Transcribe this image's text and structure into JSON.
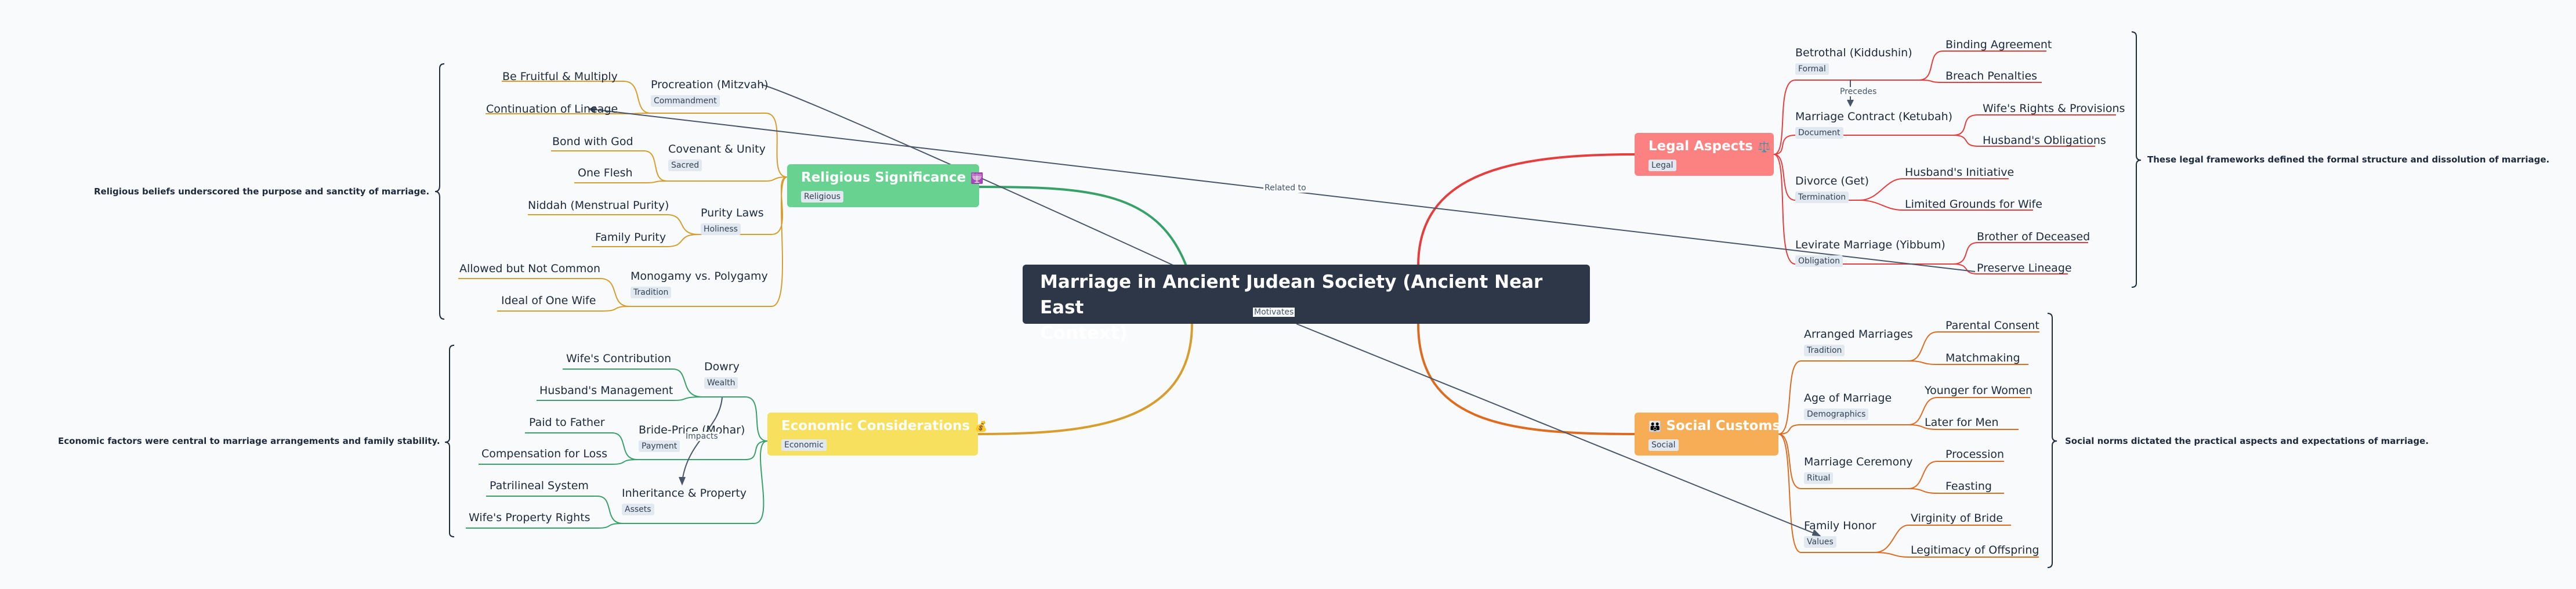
{
  "root": {
    "title_line1": "Marriage in Ancient Judean Society (Ancient Near East",
    "title_line2": "Context)"
  },
  "branches": {
    "religious": {
      "title": "Religious Significance",
      "icon": "🕎",
      "tag": "Religious",
      "color": "#68d391",
      "edge_color": "#38a169",
      "line_color": "#d69e2e"
    },
    "economic": {
      "title": "Economic Considerations",
      "icon": "💰",
      "tag": "Economic",
      "color": "#f6e05e",
      "edge_color": "#d69e2e",
      "line_color": "#38a169"
    },
    "legal": {
      "title": "Legal Aspects",
      "icon": "⚖️",
      "tag": "Legal",
      "color": "#fc8181",
      "edge_color": "#e53e3e",
      "line_color": "#e53e3e"
    },
    "social": {
      "title": "Social Customs",
      "icon": "👪",
      "tag": "Social",
      "color": "#f6ad55",
      "edge_color": "#dd6b20",
      "line_color": "#dd6b20"
    }
  },
  "religious_nodes": [
    {
      "label": "Procreation (Mitzvah)",
      "tag": "Commandment",
      "children": [
        "Be Fruitful & Multiply",
        "Continuation of Lineage"
      ]
    },
    {
      "label": "Covenant & Unity",
      "tag": "Sacred",
      "children": [
        "Bond with God",
        "One Flesh"
      ]
    },
    {
      "label": "Purity Laws",
      "tag": "Holiness",
      "children": [
        "Niddah (Menstrual Purity)",
        "Family Purity"
      ]
    },
    {
      "label": "Monogamy vs. Polygamy",
      "tag": "Tradition",
      "children": [
        "Allowed but Not Common",
        "Ideal of One Wife"
      ]
    }
  ],
  "economic_nodes": [
    {
      "label": "Dowry",
      "tag": "Wealth",
      "children": [
        "Wife's Contribution",
        "Husband's Management"
      ]
    },
    {
      "label": "Bride-Price (Mohar)",
      "tag": "Payment",
      "children": [
        "Paid to Father",
        "Compensation for Loss"
      ]
    },
    {
      "label": "Inheritance & Property",
      "tag": "Assets",
      "children": [
        "Patrilineal System",
        "Wife's Property Rights"
      ]
    }
  ],
  "legal_nodes": [
    {
      "label": "Betrothal (Kiddushin)",
      "tag": "Formal",
      "children": [
        "Binding Agreement",
        "Breach Penalties"
      ]
    },
    {
      "label": "Marriage Contract (Ketubah)",
      "tag": "Document",
      "children": [
        "Wife's Rights & Provisions",
        "Husband's Obligations"
      ]
    },
    {
      "label": "Divorce (Get)",
      "tag": "Termination",
      "children": [
        "Husband's Initiative",
        "Limited Grounds for Wife"
      ]
    },
    {
      "label": "Levirate Marriage (Yibbum)",
      "tag": "Obligation",
      "children": [
        "Brother of Deceased",
        "Preserve Lineage"
      ]
    }
  ],
  "social_nodes": [
    {
      "label": "Arranged Marriages",
      "tag": "Tradition",
      "children": [
        "Parental Consent",
        "Matchmaking"
      ]
    },
    {
      "label": "Age of Marriage",
      "tag": "Demographics",
      "children": [
        "Younger for Women",
        "Later for Men"
      ]
    },
    {
      "label": "Marriage Ceremony",
      "tag": "Ritual",
      "children": [
        "Procession",
        "Feasting"
      ]
    },
    {
      "label": "Family Honor",
      "tag": "Values",
      "children": [
        "Virginity of Bride",
        "Legitimacy of Offspring"
      ]
    }
  ],
  "summaries": {
    "religious": "Religious beliefs underscored the purpose and sanctity of marriage.",
    "economic": "Economic factors were central to marriage arrangements and family stability.",
    "legal": "These legal frameworks defined the formal structure and dissolution of marriage.",
    "social": "Social norms dictated the practical aspects and expectations of marriage."
  },
  "edge_labels": {
    "precedes": "Precedes",
    "related_to": "Related to",
    "impacts": "Impacts",
    "motivates": "Motivates"
  }
}
